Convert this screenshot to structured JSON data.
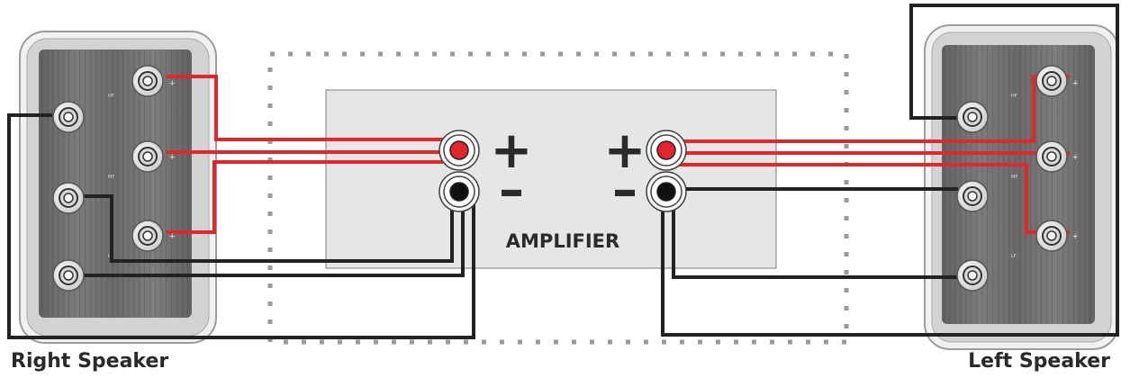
{
  "amplifier": {
    "label": "AMPLIFIER",
    "plus_sign": "+",
    "minus_sign": "–"
  },
  "speakers": {
    "right": {
      "caption": "Right Speaker",
      "tag_hf": "HF",
      "tag_mf": "MF",
      "tag_lf": "LF"
    },
    "left": {
      "caption": "Left Speaker",
      "tag_hf": "HF",
      "tag_mf": "MF",
      "tag_lf": "LF"
    }
  },
  "colors": {
    "positive_wire": "#e3262b",
    "negative_wire": "#222222",
    "amplifier_fill": "#e6e6e6",
    "enclosure_border": "#bdbdbd",
    "speaker_panel": "#6e6e6e",
    "dotted_frame": "#9a9a9a"
  }
}
